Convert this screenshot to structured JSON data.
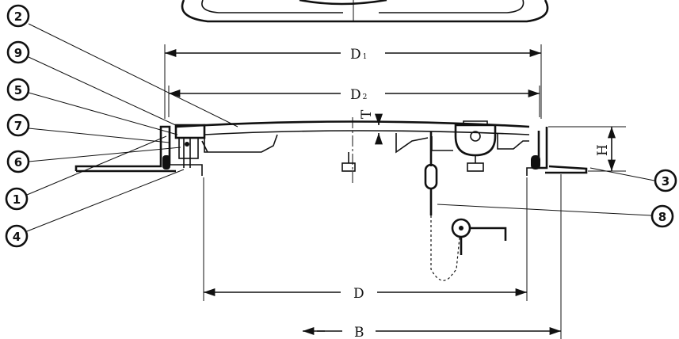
{
  "dimensions": {
    "d1": {
      "main": "D",
      "sub": "1"
    },
    "d2": {
      "main": "D",
      "sub": "2"
    },
    "d": "D",
    "b": "B",
    "h": "H",
    "t": "T"
  },
  "callouts": [
    "1",
    "2",
    "3",
    "4",
    "5",
    "6",
    "7",
    "8",
    "9"
  ]
}
